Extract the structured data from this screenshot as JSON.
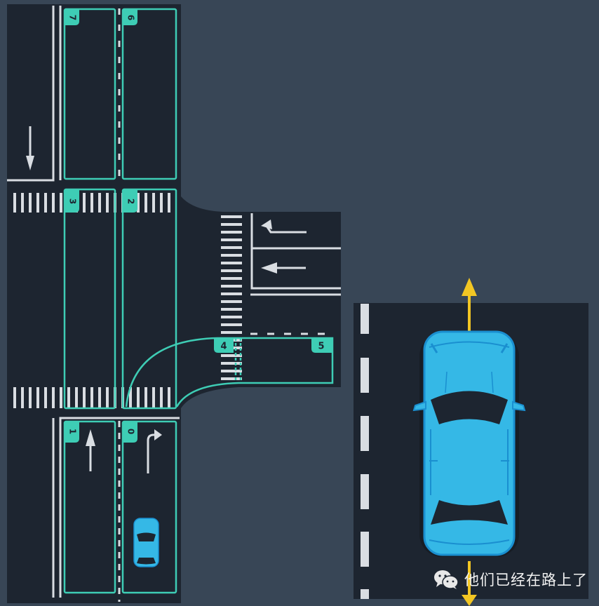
{
  "scene": {
    "title": "Intersection lane diagram",
    "colors": {
      "background": "#384656",
      "road": "#1d2530",
      "marking": "#d9dde2",
      "lane_outline": "#3ecdb5",
      "lane_label_bg": "#3ecdb5",
      "lane_label_text": "#1d2530",
      "car_body": "#35b8e6",
      "car_outline": "#1a8fd0",
      "direction_arrow": "#f2c623"
    },
    "lanes": [
      {
        "id": "0",
        "label": "0",
        "direction": "right-turn-arrow",
        "position": "bottom-right-lane"
      },
      {
        "id": "1",
        "label": "1",
        "direction": "straight-arrow",
        "position": "bottom-left-lane"
      },
      {
        "id": "2",
        "label": "2",
        "direction": "",
        "position": "middle-right-lane"
      },
      {
        "id": "3",
        "label": "3",
        "direction": "",
        "position": "middle-left-lane"
      },
      {
        "id": "4",
        "label": "4",
        "direction": "",
        "position": "turn-connector"
      },
      {
        "id": "5",
        "label": "5",
        "direction": "",
        "position": "side-road-lane"
      },
      {
        "id": "6",
        "label": "6",
        "direction": "",
        "position": "top-right-lane"
      },
      {
        "id": "7",
        "label": "7",
        "direction": "",
        "position": "top-left-lane"
      }
    ],
    "road_arrows": [
      {
        "name": "down-arrow",
        "position": "top-left-outer-lane"
      },
      {
        "name": "left-turn-arrow",
        "position": "side-road-upper"
      },
      {
        "name": "left-arrow",
        "position": "side-road-lower"
      }
    ],
    "vehicles": [
      {
        "name": "ego-car-small",
        "lane": "0"
      },
      {
        "name": "ego-car-large",
        "heading": "up",
        "trajectory": "both-directions-arrow"
      }
    ]
  },
  "watermark": {
    "icon": "wechat-icon",
    "text": "他们已经在路上了"
  }
}
